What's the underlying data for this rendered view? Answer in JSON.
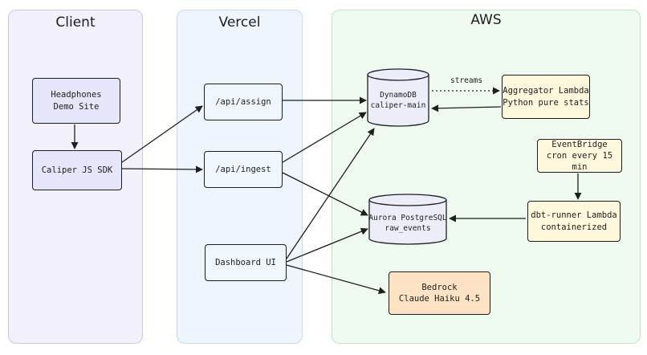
{
  "zones": {
    "client": {
      "title": "Client"
    },
    "vercel": {
      "title": "Vercel"
    },
    "aws": {
      "title": "AWS"
    }
  },
  "nodes": {
    "headphones_demo": {
      "line1": "Headphones",
      "line2": "Demo Site"
    },
    "caliper_sdk": {
      "line1": "Caliper JS SDK"
    },
    "api_assign": {
      "line1": "/api/assign"
    },
    "api_ingest": {
      "line1": "/api/ingest"
    },
    "dashboard_ui": {
      "line1": "Dashboard UI"
    },
    "dynamodb": {
      "line1": "DynamoDB",
      "line2": "caliper-main"
    },
    "aurora": {
      "line1": "Aurora PostgreSQL",
      "line2": "raw_events"
    },
    "aggregator_lambda": {
      "line1": "Aggregator Lambda",
      "line2": "Python pure stats"
    },
    "eventbridge": {
      "line1": "EventBridge",
      "line2": "cron every 15 min"
    },
    "dbt_runner": {
      "line1": "dbt-runner Lambda",
      "line2": "containerized"
    },
    "bedrock": {
      "line1": "Bedrock",
      "line2": "Claude Haiku 4.5"
    }
  },
  "edges": {
    "streams_label": "streams"
  },
  "colors": {
    "client_bg": "#f1f0fb",
    "client_border": "#c9c6ea",
    "vercel_bg": "#eef5fd",
    "vercel_border": "#c2dbf3",
    "aws_bg": "#eefaf0",
    "aws_border": "#bfe6c6",
    "client_node": "#e6e6fb",
    "vercel_node": "#f0f6fe",
    "db_node": "#ededfa",
    "lambda_node": "#fff8dc",
    "bedrock_node": "#fde3c4",
    "stroke": "#1e1e1e"
  }
}
